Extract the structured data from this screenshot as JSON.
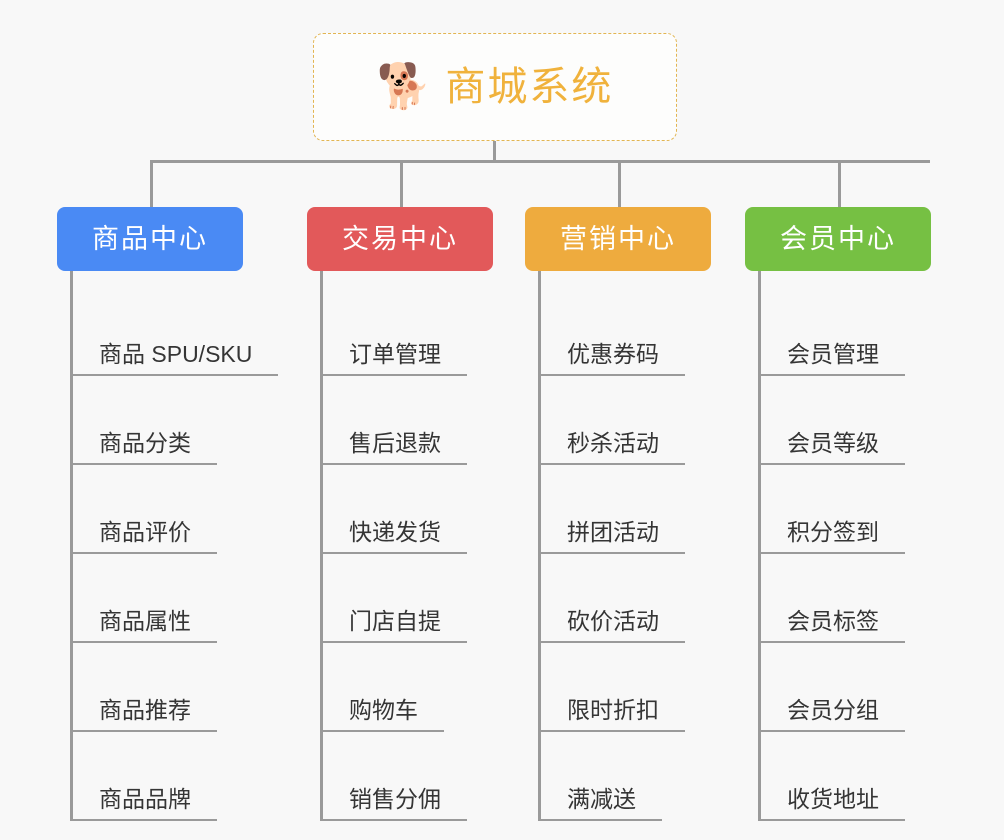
{
  "diagram": {
    "type": "mindmap",
    "background_color": "#f8f8f8",
    "root": {
      "title": "商城系统",
      "icon": "shiba-dog-emoji",
      "icon_glyph": "🐕",
      "text_color": "#f0b23c",
      "border_color": "#e2b552",
      "border_style": "dashed"
    },
    "connector_color": "#9a9a9a",
    "branches": [
      {
        "label": "商品中心",
        "color": "#4a8af4",
        "items": [
          "商品 SPU/SKU",
          "商品分类",
          "商品评价",
          "商品属性",
          "商品推荐",
          "商品品牌"
        ]
      },
      {
        "label": "交易中心",
        "color": "#e2595a",
        "items": [
          "订单管理",
          "售后退款",
          "快递发货",
          "门店自提",
          "购物车",
          "销售分佣"
        ]
      },
      {
        "label": "营销中心",
        "color": "#eeab3e",
        "items": [
          "优惠券码",
          "秒杀活动",
          "拼团活动",
          "砍价活动",
          "限时折扣",
          "满减送"
        ]
      },
      {
        "label": "会员中心",
        "color": "#76c council",
        "items": [
          "会员管理",
          "会员等级",
          "积分签到",
          "会员标签",
          "会员分组",
          "收货地址"
        ]
      }
    ]
  }
}
